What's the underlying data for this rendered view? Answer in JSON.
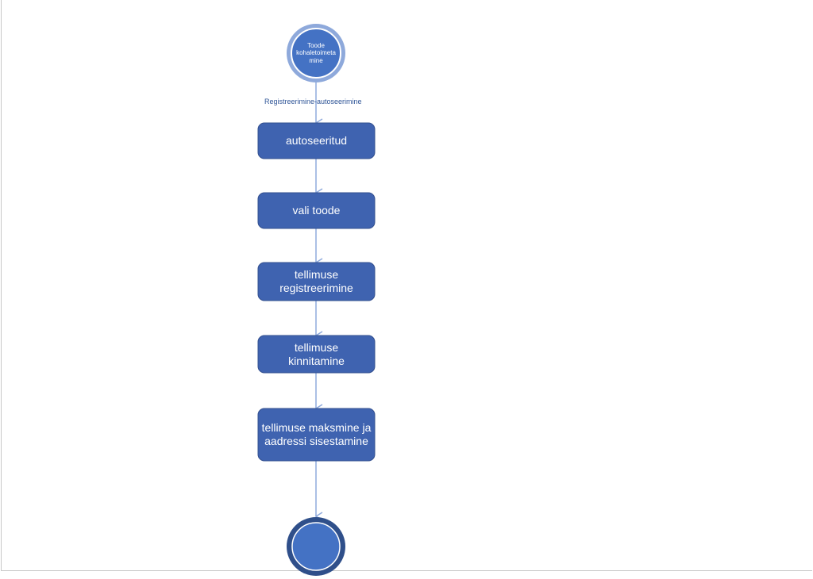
{
  "diagram": {
    "colors": {
      "action_fill": "#3f63b0",
      "action_stroke": "#33508f",
      "start_outer": "#8ea9db",
      "start_inner": "#4472c4",
      "end_outer": "#2f4f8a",
      "end_inner": "#4472c4",
      "edge": "#8faadc",
      "label": "#2f5597"
    },
    "start_node": {
      "label": "Toode kohaletoimetamine",
      "label_lines": [
        "Toode",
        "kohaletoimeta",
        "mine"
      ]
    },
    "edge_label": "Registreerimine-autoseerimine",
    "actions": [
      {
        "id": "autoseeritud",
        "label": "autoseeritud"
      },
      {
        "id": "vali-toode",
        "label": "vali toode"
      },
      {
        "id": "tellimuse-registreerimine",
        "label": "tellimuse registreerimine"
      },
      {
        "id": "tellimuse-kinnitamine",
        "label": "tellimuse kinnitamine"
      },
      {
        "id": "tellimuse-maksmine",
        "label": "tellimuse maksmine ja aadressi sisestamine"
      }
    ],
    "end_node": {
      "label": ""
    }
  }
}
